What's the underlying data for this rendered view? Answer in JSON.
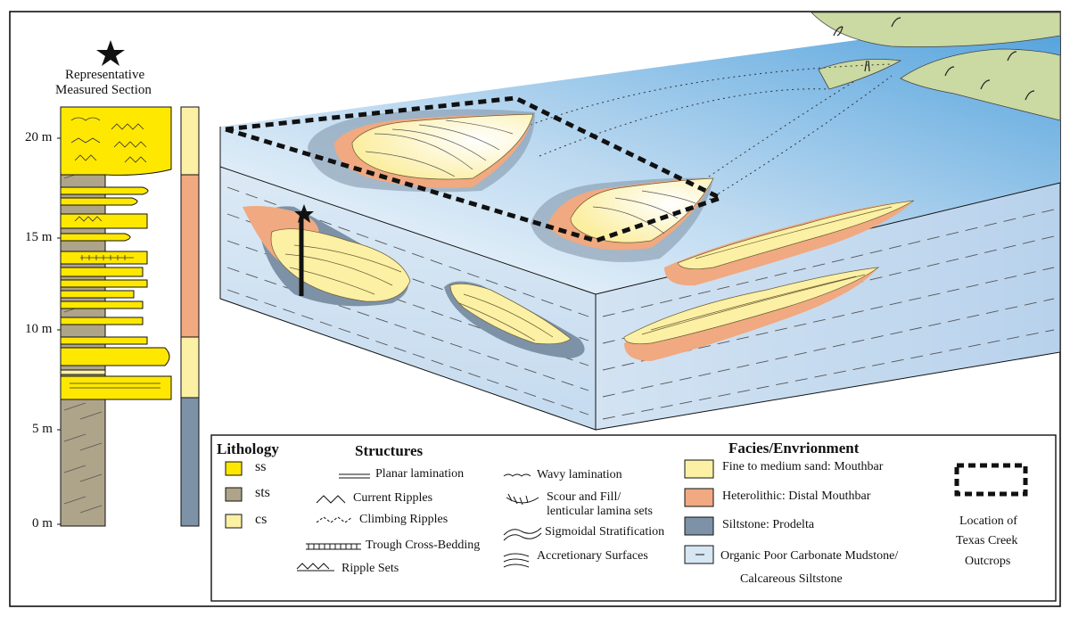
{
  "section": {
    "title_line1": "Representative",
    "title_line2": "Measured Section",
    "axis_labels": [
      "20 m",
      "15 m",
      "10 m",
      "5 m",
      "0 m"
    ]
  },
  "legend": {
    "lithology": {
      "heading": "Lithology",
      "items": [
        {
          "label": "ss",
          "color": "#ffe800"
        },
        {
          "label": "sts",
          "color": "#aea489"
        },
        {
          "label": "cs",
          "color": "#fbf0a4"
        }
      ]
    },
    "structures": {
      "heading": "Structures",
      "col1": [
        "Planar lamination",
        "Current Ripples",
        "Climbing Ripples",
        "Trough Cross-Bedding",
        "Ripple Sets"
      ],
      "col2": [
        "Wavy lamination",
        "Scour and Fill/",
        "lenticular lamina sets",
        "Sigmoidal Stratification",
        "Accretionary Surfaces"
      ]
    },
    "facies": {
      "heading": "Facies/Envrionment",
      "items": [
        {
          "label": "Fine to medium sand: Mouthbar",
          "color": "#fbf0a4"
        },
        {
          "label": "Heterolithic: Distal Mouthbar",
          "color": "#f0a980"
        },
        {
          "label": "Siltstone: Prodelta",
          "color": "#7d92a6"
        },
        {
          "label": "Organic Poor Carbonate Mudstone/",
          "color": "#d6e6f3"
        }
      ],
      "last_line2": "Calcareous Siltstone"
    },
    "location": {
      "line1": "Location of",
      "line2": "Texas Creek",
      "line3": "Outcrops"
    }
  }
}
